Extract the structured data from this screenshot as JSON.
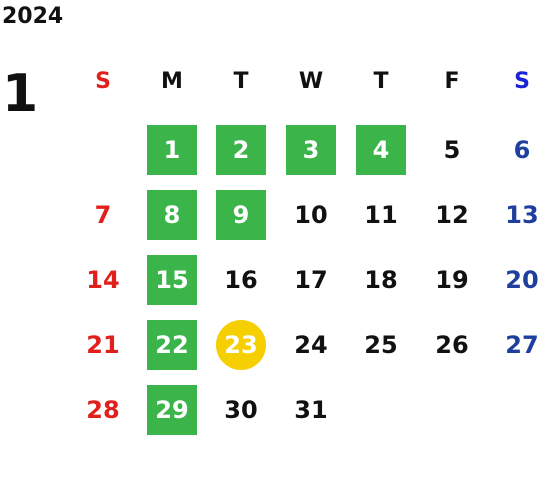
{
  "calendar": {
    "year": "2024",
    "month": "1",
    "weekday_headers": [
      {
        "label": "S",
        "color": "#e0201c"
      },
      {
        "label": "M",
        "color": "#111111"
      },
      {
        "label": "T",
        "color": "#111111"
      },
      {
        "label": "W",
        "color": "#111111"
      },
      {
        "label": "T",
        "color": "#111111"
      },
      {
        "label": "F",
        "color": "#111111"
      },
      {
        "label": "S",
        "color": "#1a22d6"
      }
    ],
    "colors": {
      "sunday": "#e0201c",
      "saturday": "#1f3f9e",
      "weekday": "#111111",
      "highlight": "#3bb54a",
      "today": "#f5cf00"
    },
    "first_weekday_index": 1,
    "days_in_month": 31,
    "highlighted_days": [
      1,
      2,
      3,
      4,
      8,
      9,
      15,
      22,
      29
    ],
    "today": 23
  }
}
